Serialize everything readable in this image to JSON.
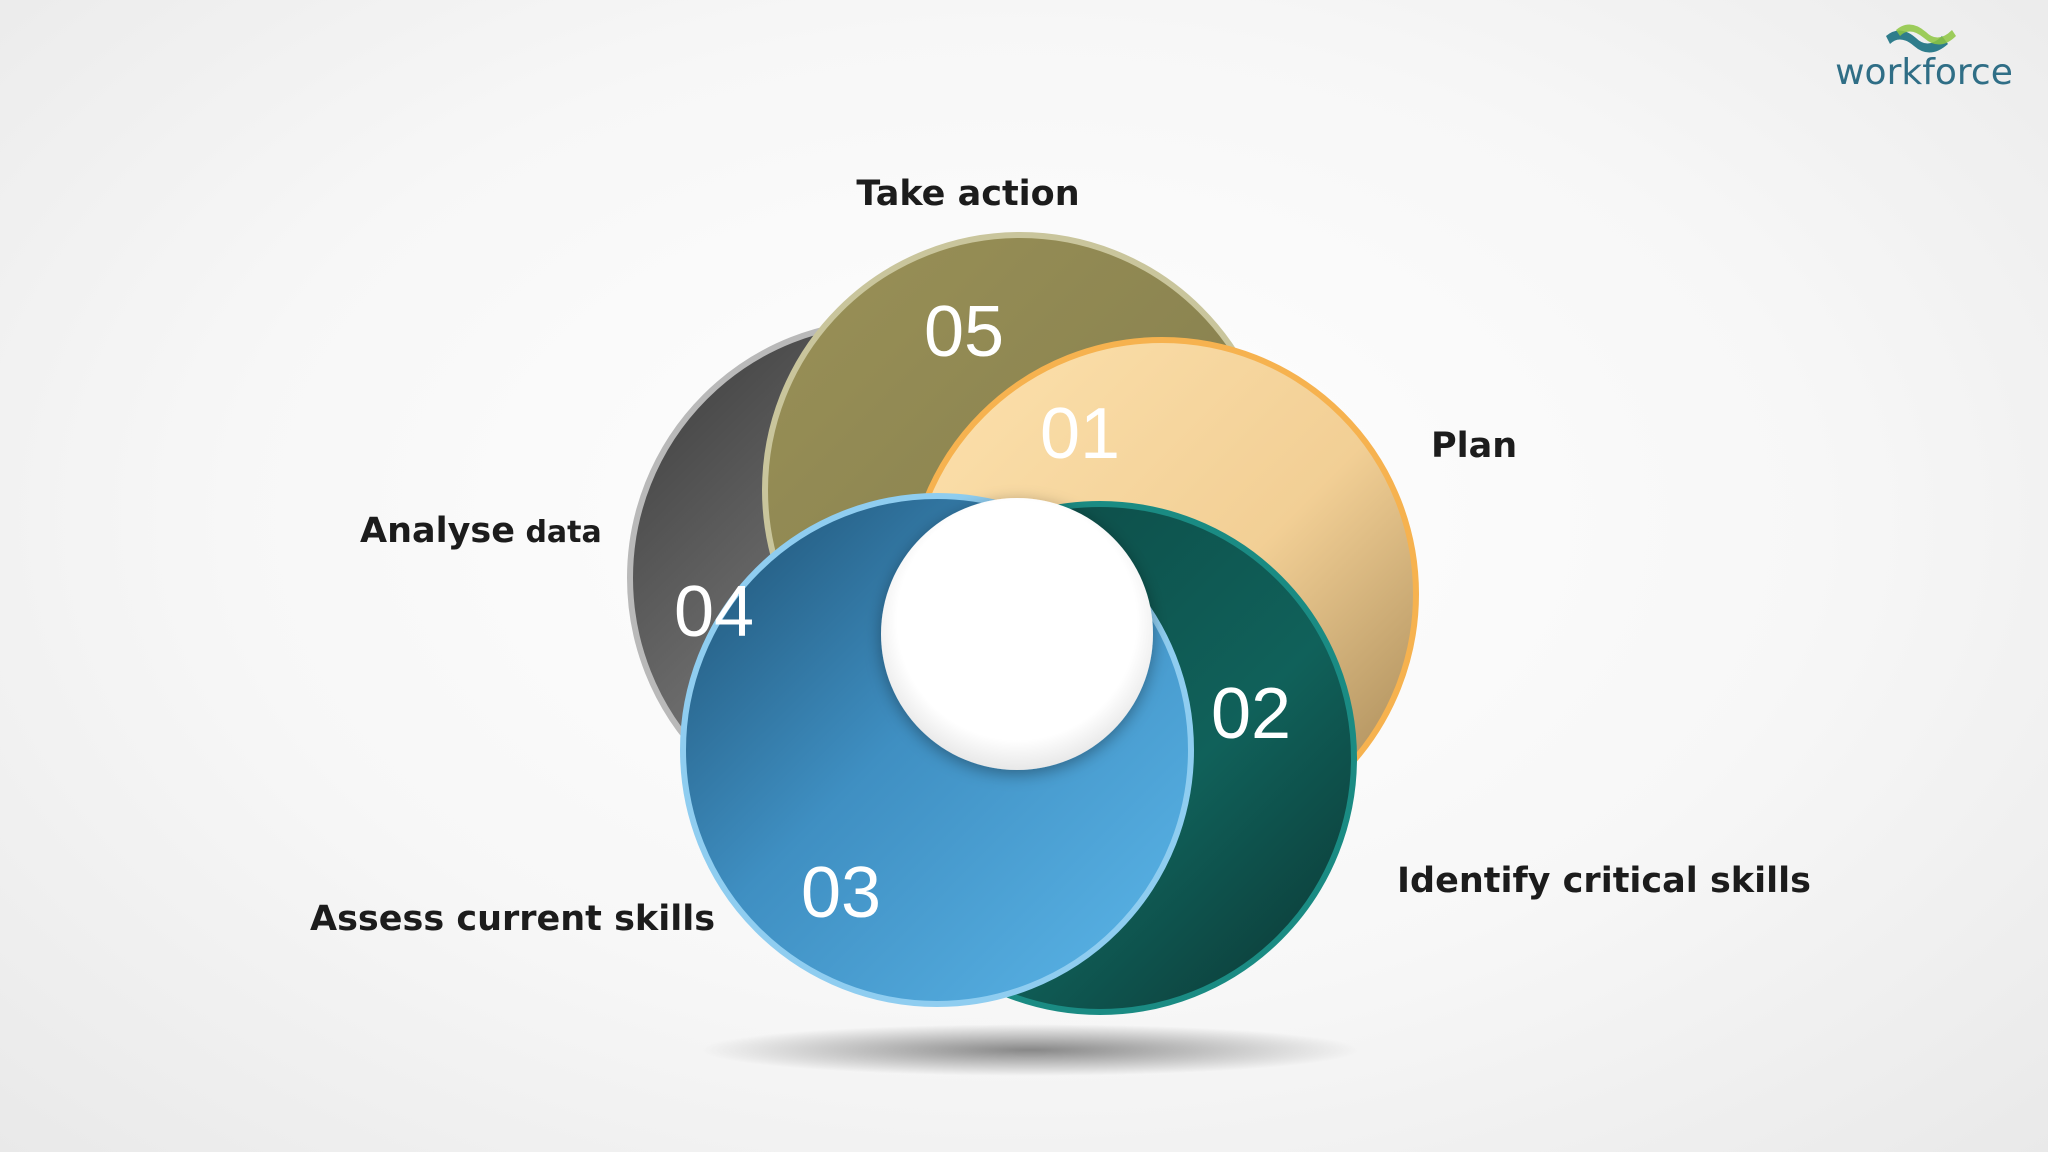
{
  "diagram": {
    "steps": [
      {
        "number": "01",
        "label": "Plan"
      },
      {
        "number": "02",
        "label": "Identify critical skills"
      },
      {
        "number": "03",
        "label": "Assess current skills"
      },
      {
        "number": "04",
        "label_main": "Analyse",
        "label_rest": " data"
      },
      {
        "number": "05",
        "label": "Take action"
      }
    ]
  },
  "logo": {
    "text": "workforce"
  },
  "colors": {
    "step01": "#f2a93b",
    "step02": "#137a73",
    "step03": "#4aa8de",
    "step04": "#7a7a7a",
    "step05": "#8e8650",
    "logo": "#2f6e86"
  }
}
